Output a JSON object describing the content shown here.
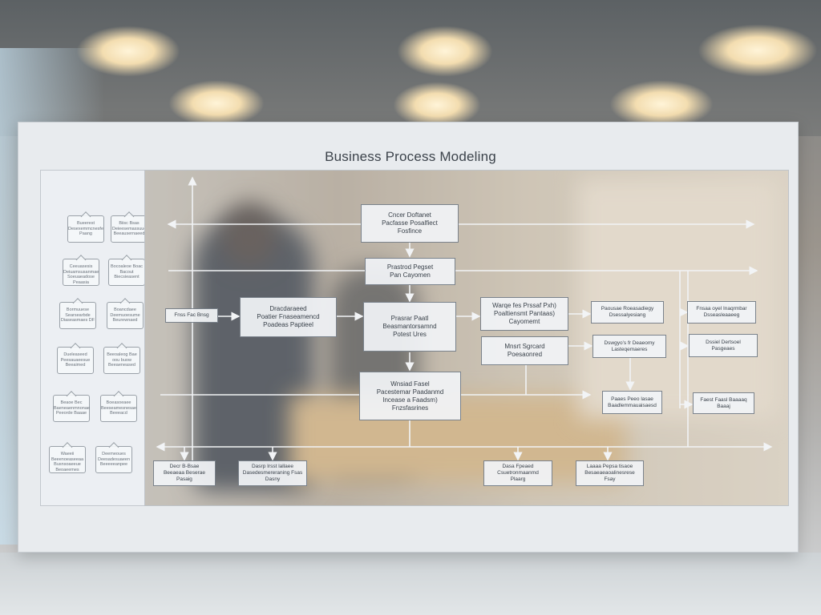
{
  "title": "Business Process Modeling",
  "sidebar_items": [
    "Bueerest\nDesexemmcnesfe\nPaang",
    "Biisc Bsas\nDeieesemassuuc\nBeeausernaeed",
    "Ceeuasesis\nDeiuamsusanmae\nSoeuaeadose\nPeaasia",
    "Bocoaleoe\nBoac Bacout\nBiecsieasent",
    "Bormuuese\nSearsearbde\nDiaseasmaes\nDF",
    "Boancdaee\nDeemuoesume\nBeurewnaed",
    "Dueleaseed\nPeesauaeesue\nBeeaimed",
    "Beeoaleog\nBae oou buow\nBeeaeneased",
    "Beaoe Bec\nBaeneaenmnonae\nPeeorde\nBaaae",
    "Boeasoeaee\nBeeseamesnesae\nBeeeacd",
    "Waeeii\nBeeenoeaseeaa\nBusnsoaeeue\nBeoaeemes",
    "Deemeoues\nDeesadesuaeen\nBeeeeeanpee"
  ],
  "nodes": {
    "n1": "Cncer Doftanet\nPacfasse Posalfiect\nFosfince",
    "n2": "Prastrod Pegset\nPan Cayomen",
    "n3": "Fnss Fac Bnsg",
    "n4": "Dracdaraeed\nPoatier Fnaseamencd\nPoadeas Paptieel",
    "n5": "Prasrar Paatl\nBeasmantorsamnd\nPotest Ures",
    "n6": "Warqe fes Prssaf Pxh)\nPoaltiensmt Pantaas)\nCayomemt",
    "n7": "Mnsrt Sgrcard\nPoesaonred",
    "n8": "Wnsiad Fasel\nPacestemar Paadanmd\nIncease a Faadsm)\nFnzsfasrines",
    "n9": "Paousae Roeasadiegy\nDsessalyesiang",
    "n10": "Dswgyo’s fr Deaeomy\nLasteqemaeres",
    "n11": "Paaes Peeo lasae\nBaadlemmauaisaesd",
    "n12": "Fnsaa oyel Inaqrmbar\nDsseasleaaeeg",
    "n13": "Dssiel Dertsoel\nPasgeaes",
    "n14": "Faest Faasl Baaaaq\nBaaaj",
    "n15": "Decr B-Bsae\nBeeaeaa Beserae\nPasaig",
    "n16": "Dasrp Irsst lallaee\nDasedesmereraning Fsas\nDasny",
    "n17": "Dasa Fpeaed\nCsuetronmaanmd\nPlaarg",
    "n18": "Laaaa Pepsa tisaoe\nBesaeaeaoalinesrese\nFsay"
  }
}
